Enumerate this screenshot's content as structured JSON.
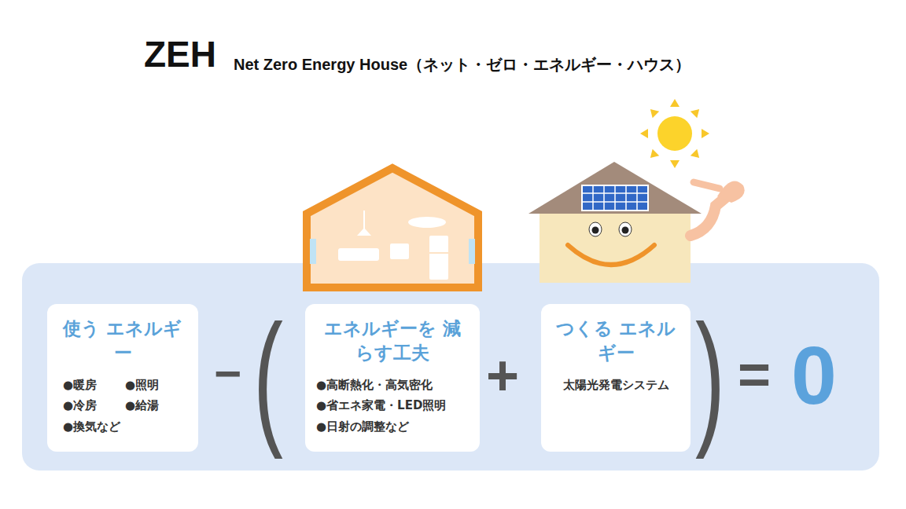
{
  "diagram": {
    "title": "ZEH",
    "nodes": [
      {
        "text": [
          "使う エネルギー",
          "●暖房",
          "●照明",
          "●冷房",
          "●給湯",
          "●換気など"
        ]
      },
      {
        "text": [
          "エネルギーを 減らす工夫",
          "●高断熱化・高気密化",
          "●省エネ家電・LED照明",
          "●日射の調整など"
        ]
      },
      {
        "text": [
          "つくる エネルギー",
          "太陽光発電システム"
        ]
      }
    ],
    "labels": [
      "Net Zero Energy House（ネット・ゼロ・エネルギー・ハウス）",
      "−",
      "(",
      "+",
      ")",
      "=",
      "0"
    ]
  }
}
